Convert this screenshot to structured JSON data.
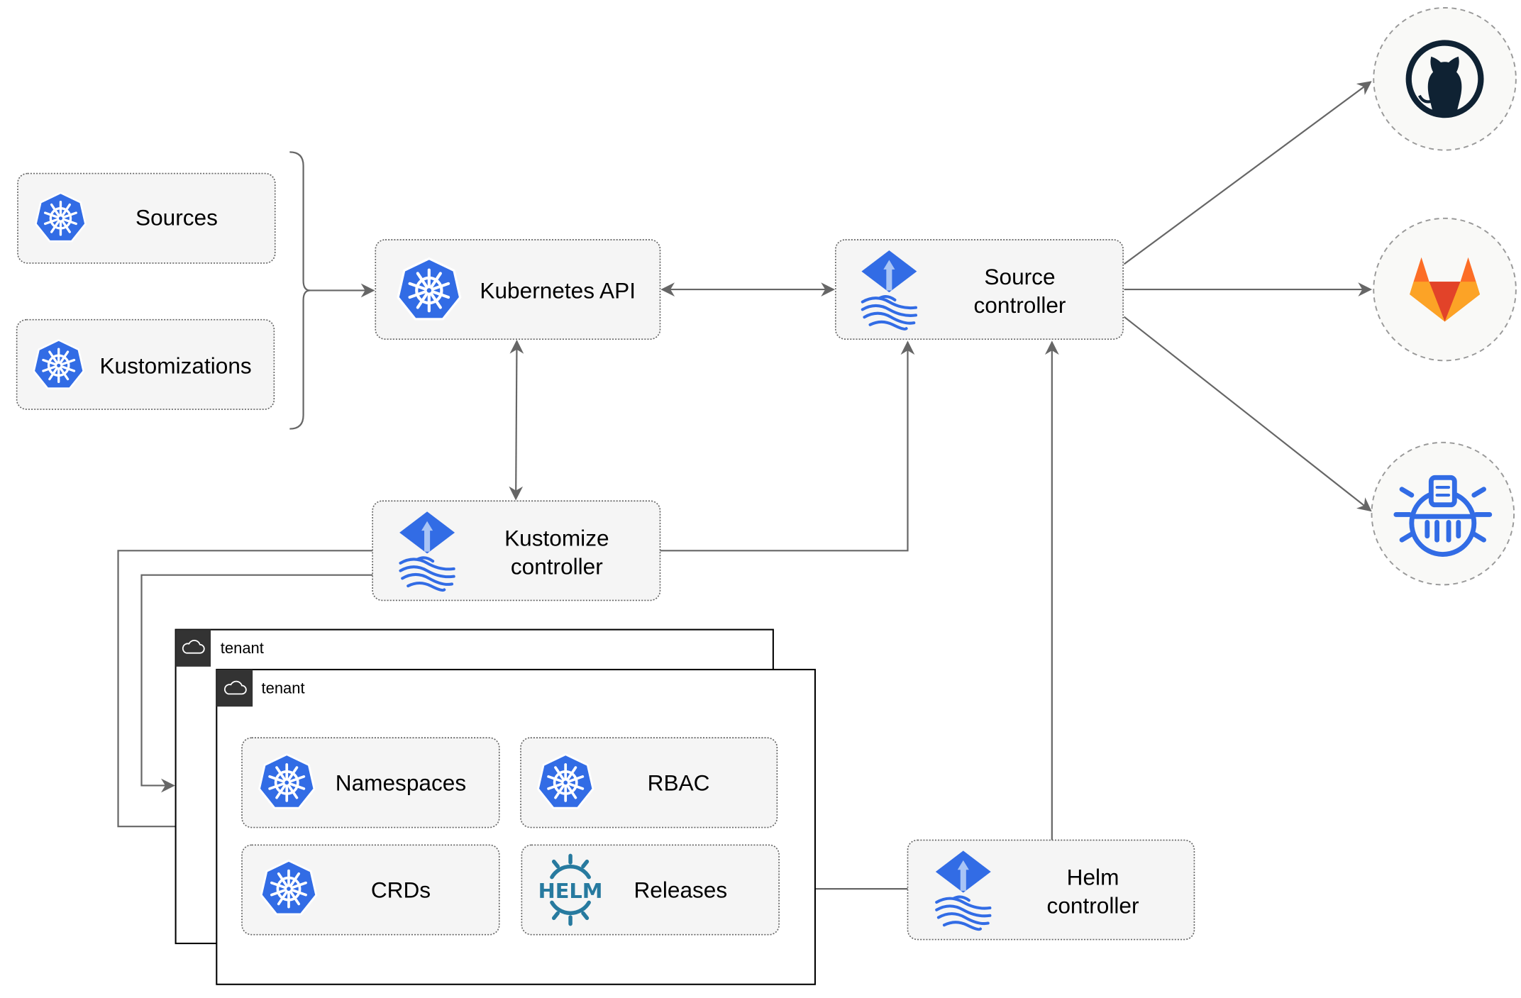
{
  "colors": {
    "kubernetes_blue": "#326ce5",
    "edge": "#666666",
    "box_fill": "#f5f5f5",
    "gitlab_orange": "#e24329",
    "github_dark": "#0f2233"
  },
  "inputs": {
    "sources": {
      "label": "Sources",
      "icon": "kubernetes-icon"
    },
    "kustomizations": {
      "label": "Kustomizations",
      "icon": "kubernetes-icon"
    }
  },
  "kubernetes_api": {
    "label": "Kubernetes API",
    "icon": "kubernetes-icon"
  },
  "source_controller": {
    "line1": "Source",
    "line2": "controller",
    "icon": "flux-icon"
  },
  "kustomize_controller": {
    "line1": "Kustomize",
    "line2": "controller",
    "icon": "flux-icon"
  },
  "helm_controller": {
    "line1": "Helm",
    "line2": "controller",
    "icon": "flux-icon"
  },
  "tenants": [
    {
      "label": "tenant",
      "icon": "cloud-icon"
    },
    {
      "label": "tenant",
      "icon": "cloud-icon",
      "items": [
        {
          "label": "Namespaces",
          "icon": "kubernetes-icon"
        },
        {
          "label": "RBAC",
          "icon": "kubernetes-icon"
        },
        {
          "label": "CRDs",
          "icon": "kubernetes-icon"
        },
        {
          "label": "Releases",
          "icon": "helm-icon",
          "icon_text": "HELM"
        }
      ]
    }
  ],
  "external_sources": [
    {
      "icon": "github-icon"
    },
    {
      "icon": "gitlab-icon"
    },
    {
      "icon": "helm-repository-icon"
    }
  ]
}
